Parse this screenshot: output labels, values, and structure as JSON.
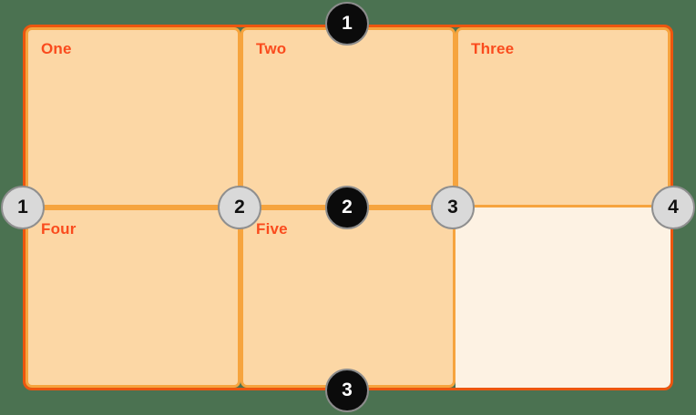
{
  "diagram": {
    "description": "CSS grid lines diagram with numbered column and row grid lines",
    "grid": {
      "columns": 3,
      "rows": 2,
      "cells": [
        {
          "label": "One"
        },
        {
          "label": "Two"
        },
        {
          "label": "Three"
        },
        {
          "label": "Four"
        },
        {
          "label": "Five"
        },
        {
          "label": ""
        }
      ]
    },
    "column_line_markers": {
      "style": "gray-circle",
      "numbers": [
        "1",
        "2",
        "3",
        "4"
      ]
    },
    "row_line_markers": {
      "style": "black-circle",
      "numbers": [
        "1",
        "2",
        "3"
      ]
    }
  },
  "colors": {
    "bg_green": "#4b7251",
    "container_border": "#ec560f",
    "cell_fill": "#fcd7a5",
    "cell_border": "#f6a43e",
    "empty_cell_fill": "#fdf2e3",
    "label_color": "#fa4b1d",
    "gray_circle_fill": "#d9d9d9",
    "gray_circle_border": "#8f8f8f",
    "black_circle_fill": "#0b0b0b",
    "black_circle_border": "#8c8c8c"
  }
}
